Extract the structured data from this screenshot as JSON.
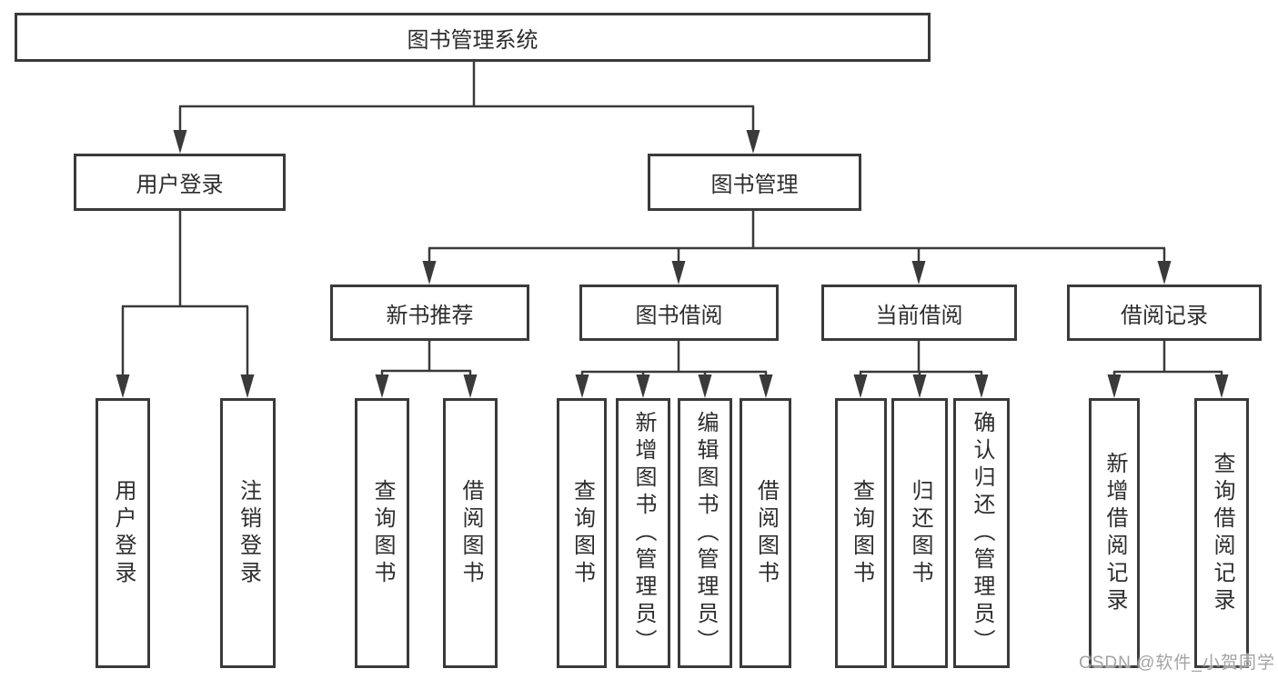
{
  "root": {
    "label": "图书管理系统"
  },
  "branches": {
    "user_login": {
      "label": "用户登录",
      "children": [
        {
          "label": "用户登录"
        },
        {
          "label": "注销登录"
        }
      ]
    },
    "book_management": {
      "label": "图书管理",
      "groups": [
        {
          "label": "新书推荐",
          "children": [
            {
              "label": "查询图书"
            },
            {
              "label": "借阅图书"
            }
          ]
        },
        {
          "label": "图书借阅",
          "children": [
            {
              "label": "查询图书"
            },
            {
              "label": "新增图书（管理员）"
            },
            {
              "label": "编辑图书（管理员）"
            },
            {
              "label": "借阅图书"
            }
          ]
        },
        {
          "label": "当前借阅",
          "children": [
            {
              "label": "查询图书"
            },
            {
              "label": "归还图书"
            },
            {
              "label": "确认归还（管理员）"
            }
          ]
        },
        {
          "label": "借阅记录",
          "children": [
            {
              "label": "新增借阅记录"
            },
            {
              "label": "查询借阅记录"
            }
          ]
        }
      ]
    }
  },
  "watermark": "CSDN @软件_小贺同学",
  "colors": {
    "line": "#3a3a3a",
    "text": "#2d2d2d",
    "box_background": "#ffffff",
    "watermark": "#9b9b9b"
  }
}
